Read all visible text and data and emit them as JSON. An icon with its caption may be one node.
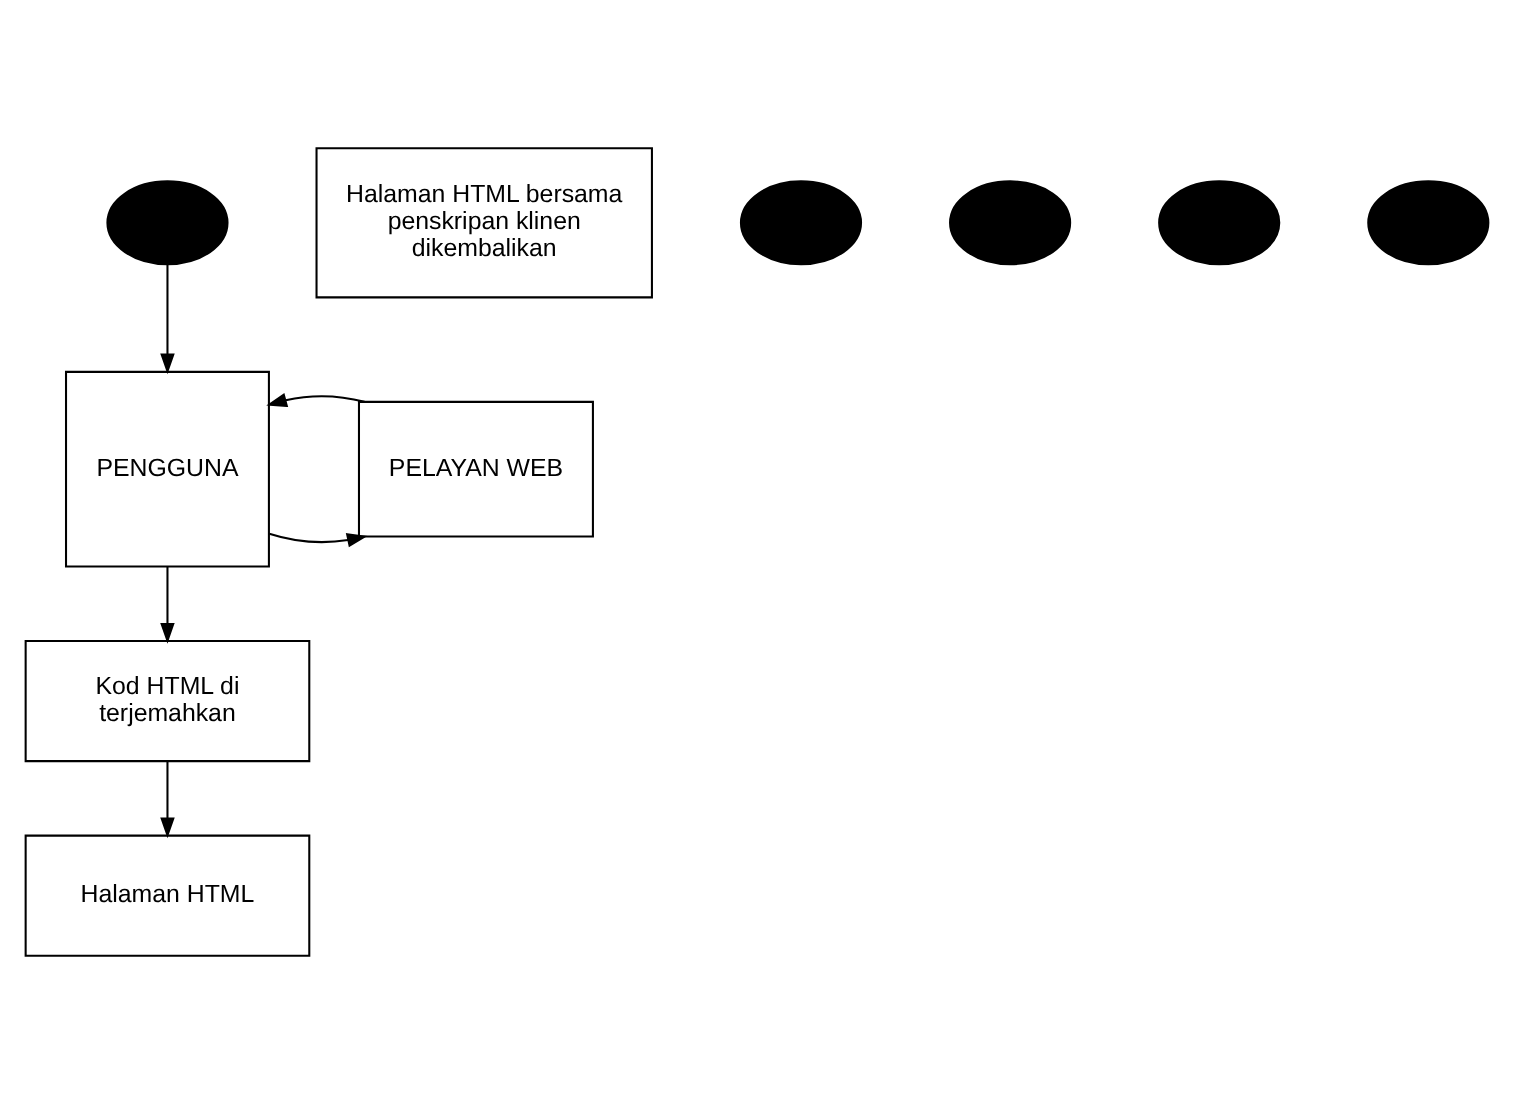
{
  "diagram": {
    "nodes": [
      {
        "text": [
          "PENGGUNA"
        ]
      },
      {
        "text": [
          "PELAYAN WEB"
        ]
      },
      {
        "text": [
          "Halaman HTML bersama penskripan klinen dikembalikan"
        ]
      },
      {
        "text": [
          "Kod HTML di terjemahkan"
        ]
      },
      {
        "text": [
          "Halaman HTML"
        ]
      },
      {
        "text": [],
        "shape": "ellipse"
      },
      {
        "text": [],
        "shape": "ellipse"
      },
      {
        "text": [],
        "shape": "ellipse"
      },
      {
        "text": [],
        "shape": "ellipse"
      },
      {
        "text": [],
        "shape": "ellipse"
      }
    ],
    "edges": [
      {
        "from": 0,
        "to": 1,
        "arrow": "to"
      },
      {
        "from": 1,
        "to": 0,
        "arrow": "to"
      },
      {
        "from": 0,
        "to": 3,
        "arrow": "to"
      },
      {
        "from": 3,
        "to": 4,
        "arrow": "to"
      },
      {
        "from": 5,
        "to": 0,
        "arrow": "to"
      }
    ]
  }
}
